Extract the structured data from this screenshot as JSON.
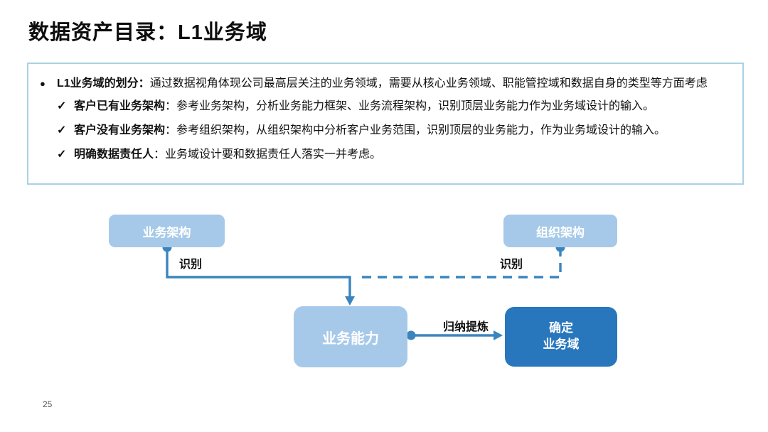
{
  "slide": {
    "title": "数据资产目录：L1业务域",
    "page_number": "25"
  },
  "callout": {
    "bullet_glyph": "●",
    "check_glyph": "✓",
    "intro": {
      "bold": "L1业务域的划分：",
      "text": "通过数据视角体现公司最高层关注的业务领域，需要从核心业务领域、职能管控域和数据自身的类型等方面考虑"
    },
    "checks": [
      {
        "bold": "客户已有业务架构",
        "text": "：参考业务架构，分析业务能力框架、业务流程架构，识别顶层业务能力作为业务域设计的输入。"
      },
      {
        "bold": "客户没有业务架构",
        "text": "：参考组织架构，从组织架构中分析客户业务范围，识别顶层的业务能力，作为业务域设计的输入。"
      },
      {
        "bold": "明确数据责任人",
        "text": "：业务域设计要和数据责任人落实一并考虑。"
      }
    ]
  },
  "diagram": {
    "nodes": {
      "business_architecture": "业务架构",
      "org_architecture": "组织架构",
      "business_capability": "业务能力",
      "determine_line1": "确定",
      "determine_line2": "业务域"
    },
    "labels": {
      "identify_left": "识别",
      "identify_right": "识别",
      "refine": "归纳提炼"
    }
  },
  "colors": {
    "light_box": "#a6c9e9",
    "dark_box": "#2877bd",
    "connector": "#3a85be",
    "callout_border": "#a9d2e4"
  }
}
